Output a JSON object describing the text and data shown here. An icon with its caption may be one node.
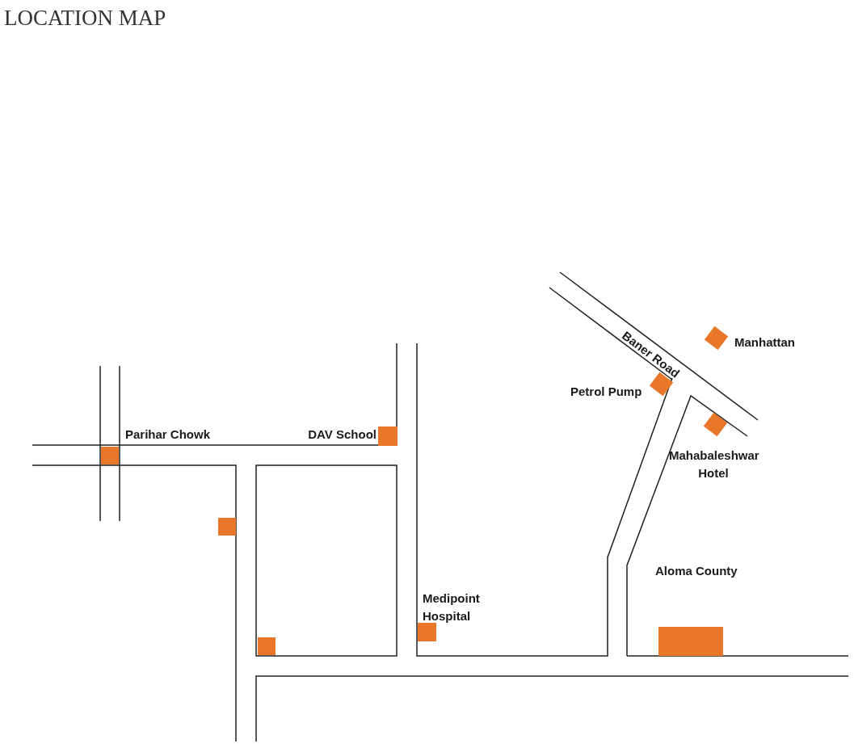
{
  "diagram": {
    "title": "LOCATION MAP",
    "labels": [
      "Baner Road",
      "Manhattan",
      "Petrol Pump",
      "Parihar Chowk",
      "DAV School",
      "Mahabaleshwar Hotel",
      "Aloma County",
      "Medipoint Hospital"
    ]
  }
}
